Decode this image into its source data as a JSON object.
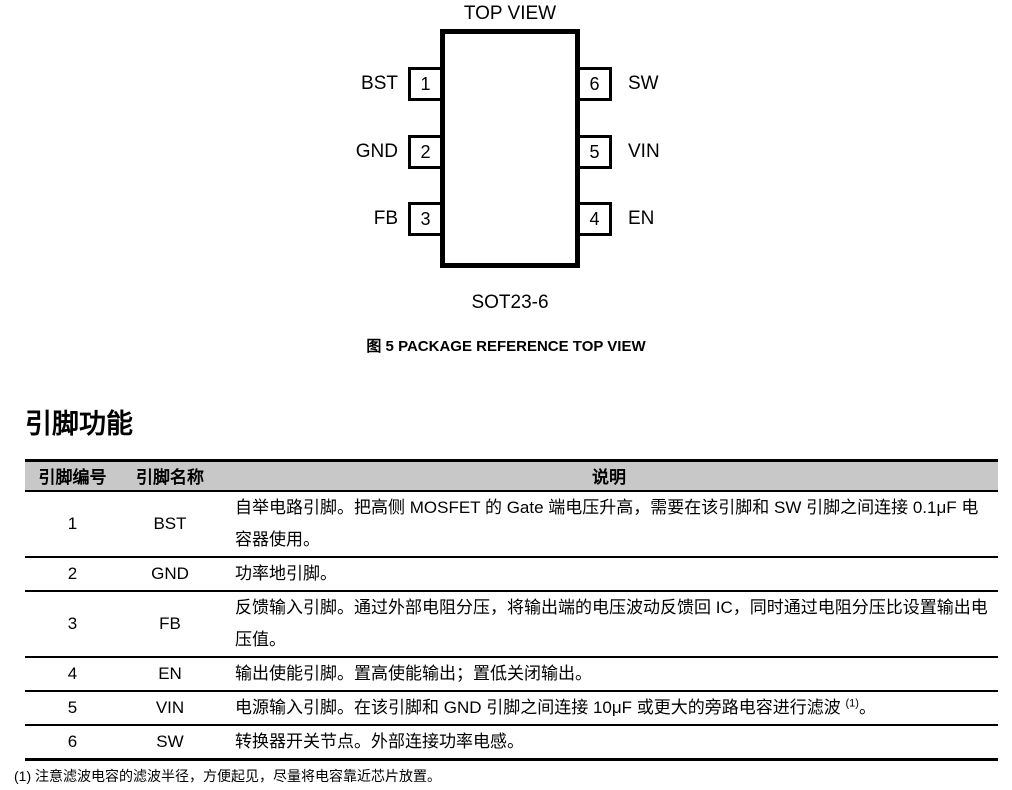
{
  "package": {
    "title": "TOP VIEW",
    "package_name": "SOT23-6",
    "caption": "图 5 PACKAGE REFERENCE TOP VIEW",
    "left_pins": [
      {
        "num": "1",
        "label": "BST"
      },
      {
        "num": "2",
        "label": "GND"
      },
      {
        "num": "3",
        "label": "FB"
      }
    ],
    "right_pins": [
      {
        "num": "6",
        "label": "SW"
      },
      {
        "num": "5",
        "label": "VIN"
      },
      {
        "num": "4",
        "label": "EN"
      }
    ]
  },
  "section": {
    "title": "引脚功能"
  },
  "pin_table": {
    "headers": {
      "number": "引脚编号",
      "name": "引脚名称",
      "description": "说明"
    },
    "rows": [
      {
        "number": "1",
        "name": "BST",
        "desc": "自举电路引脚。把高侧 MOSFET 的 Gate 端电压升高，需要在该引脚和 SW 引脚之间连接 0.1μF 电容器使用。"
      },
      {
        "number": "2",
        "name": "GND",
        "desc": "功率地引脚。"
      },
      {
        "number": "3",
        "name": "FB",
        "desc": "反馈输入引脚。通过外部电阻分压，将输出端的电压波动反馈回 IC，同时通过电阻分压比设置输出电压值。"
      },
      {
        "number": "4",
        "name": "EN",
        "desc": "输出使能引脚。置高使能输出；置低关闭输出。"
      },
      {
        "number": "5",
        "name": "VIN",
        "desc_pre": "电源输入引脚。在该引脚和 GND 引脚之间连接 10μF 或更大的旁路电容进行滤波 ",
        "desc_sup": "(1)",
        "desc_post": "。"
      },
      {
        "number": "6",
        "name": "SW",
        "desc": "转换器开关节点。外部连接功率电感。"
      }
    ],
    "footnote": "(1)  注意滤波电容的滤波半径，方便起见，尽量将电容靠近芯片放置。"
  },
  "colors": {
    "table_header_bg": "#c8c8c8",
    "text": "#000000"
  }
}
